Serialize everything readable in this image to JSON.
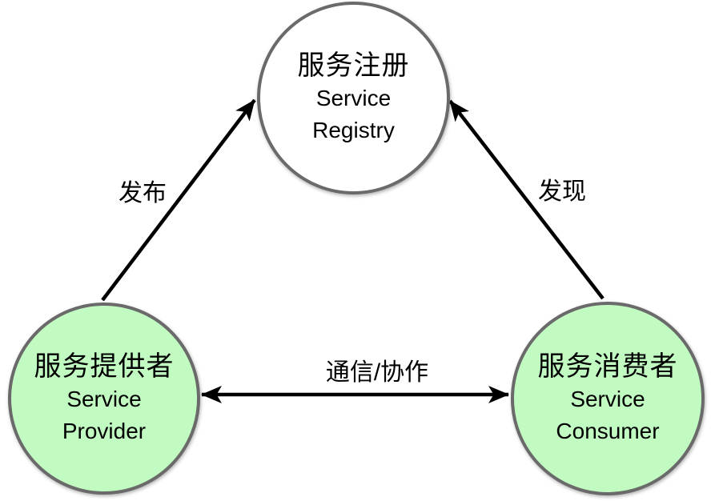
{
  "diagram": {
    "type": "triangle-relationship-diagram",
    "nodes": {
      "registry": {
        "zh": "服务注册",
        "en_line1": "Service",
        "en_line2": "Registry"
      },
      "provider": {
        "zh": "服务提供者",
        "en_line1": "Service",
        "en_line2": "Provider"
      },
      "consumer": {
        "zh": "服务消费者",
        "en_line1": "Service",
        "en_line2": "Consumer"
      }
    },
    "edges": {
      "publish": {
        "label": "发布",
        "from": "provider",
        "to": "registry",
        "direction": "one-way"
      },
      "discover": {
        "label": "发现",
        "from": "consumer",
        "to": "registry",
        "direction": "one-way"
      },
      "communicate": {
        "label": "通信/协作",
        "from": "provider",
        "to": "consumer",
        "direction": "two-way"
      }
    },
    "colors": {
      "node_fill_green": "#c2fbc2",
      "node_fill_white": "#ffffff",
      "node_border": "#6a6a6a",
      "arrow": "#000000",
      "text": "#000000",
      "canvas_bg": "#ffffff"
    }
  }
}
